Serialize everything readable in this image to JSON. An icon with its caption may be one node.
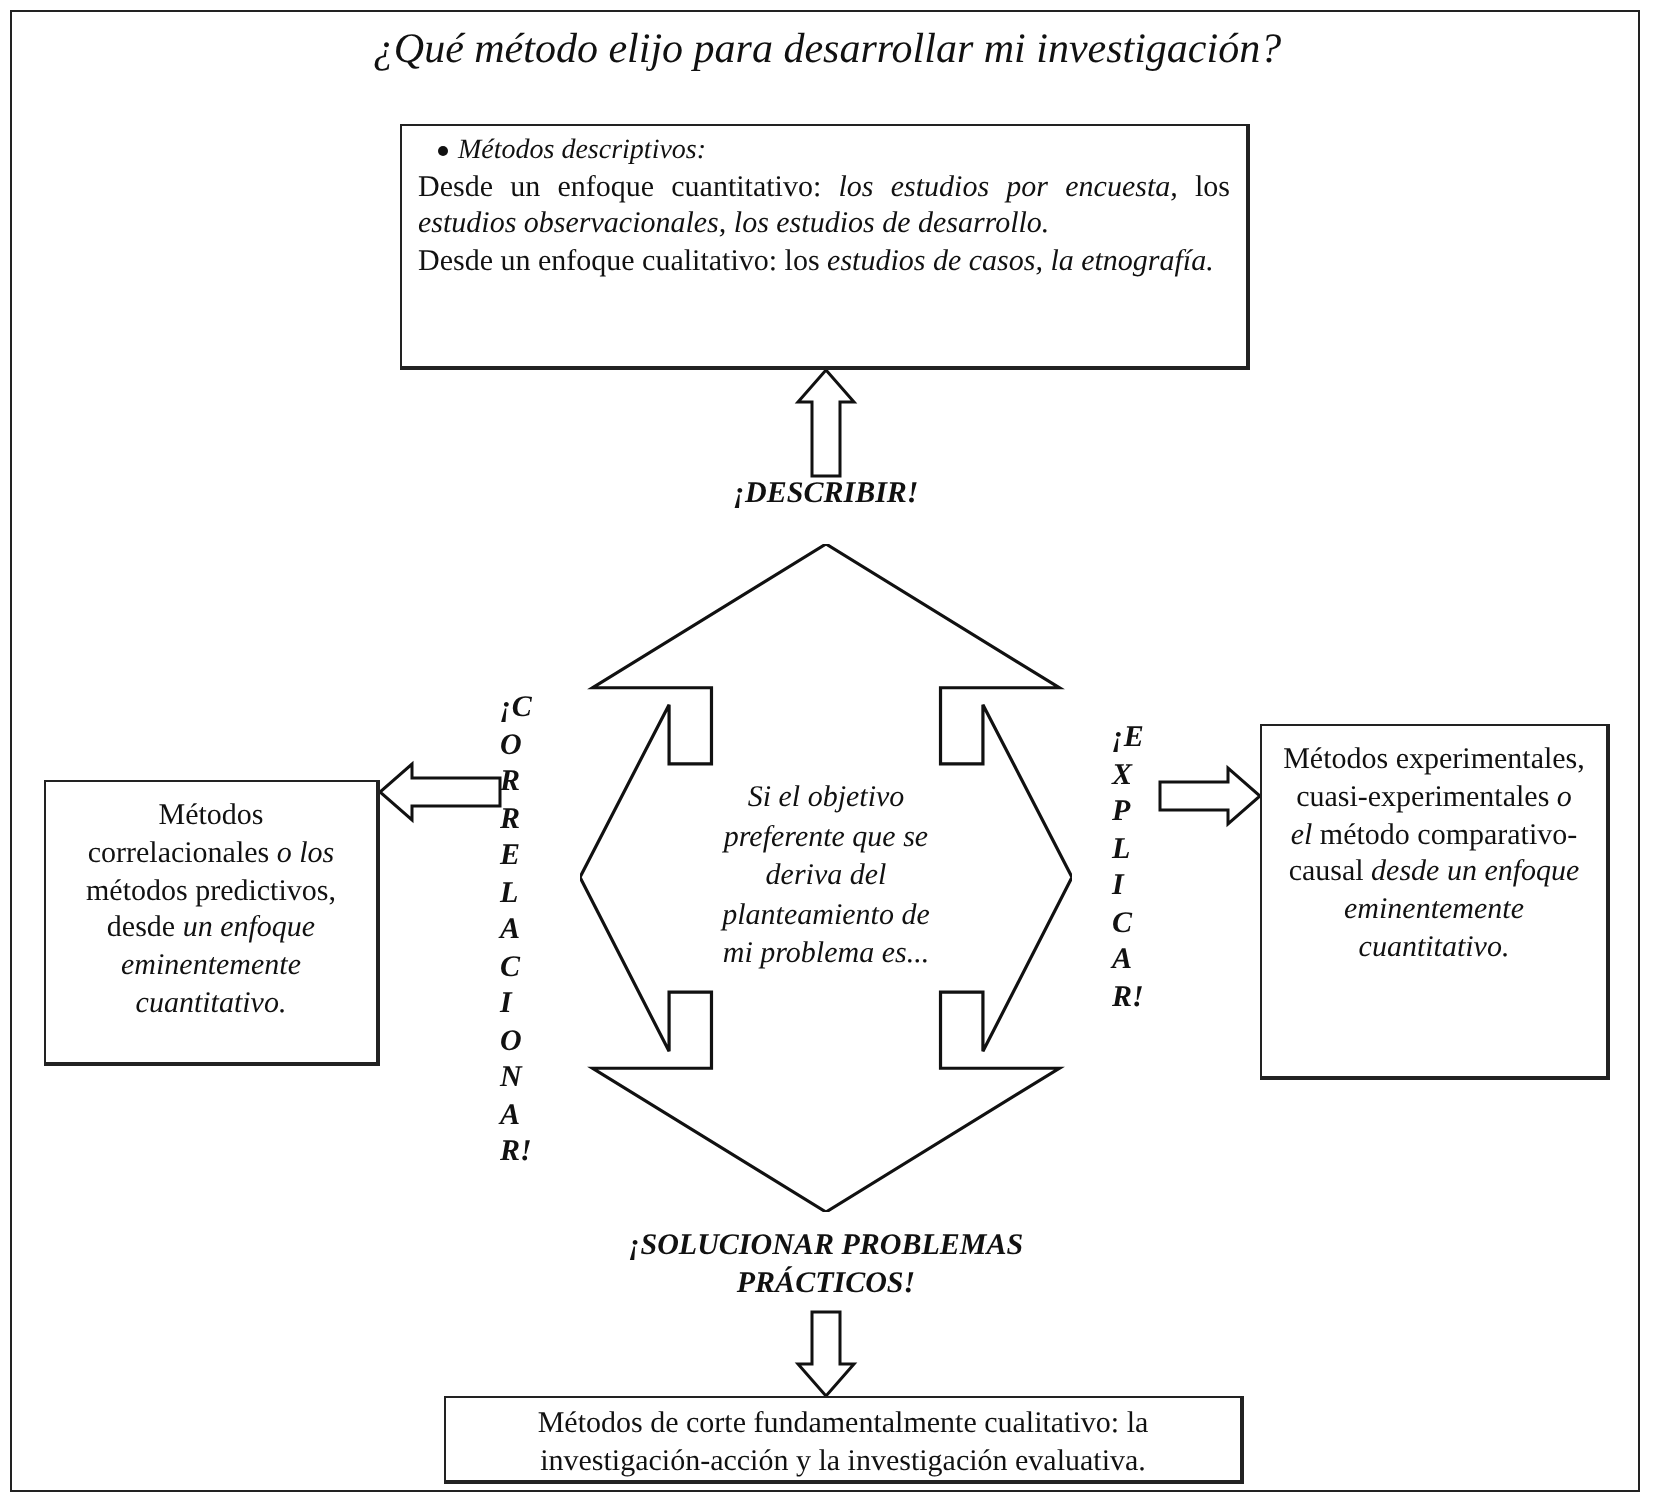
{
  "diagram": {
    "title": "¿Qué método elijo para desarrollar mi investigación?",
    "nodes": [
      {
        "text": [
          "Métodos descriptivos:",
          "Desde un enfoque cuantitativo: *los estudios por encuesta,* los *estudios observacionales, los estudios de desarrollo.*",
          "Desde un enfoque cualitativo: los *estudios de casos, la etnografía.*"
        ]
      },
      {
        "text": [
          "¡DESCRIBIR!"
        ]
      },
      {
        "text": [
          "Métodos correlacionales *o los* métodos predictivos, desde *un enfoque eminentemente cuantitativo.*"
        ]
      },
      {
        "text": [
          "¡CORRELACIONAR!"
        ]
      },
      {
        "text": [
          "Si el objetivo preferente que se deriva del planteamiento de mi problema es..."
        ]
      },
      {
        "text": [
          "¡EXPLICAR!"
        ]
      },
      {
        "text": [
          "Métodos experimentales, cuasi-experimentales *o el* método comparativo-causal *desde un enfoque eminentemente cuantitativo.*"
        ]
      },
      {
        "text": [
          "¡SOLUCIONAR PROBLEMAS PRÁCTICOS!"
        ]
      },
      {
        "text": [
          "Métodos de corte fundamentalmente cualitativo: la investigación-acción y la investigación evaluativa."
        ]
      }
    ],
    "edges": [
      {
        "from": 1,
        "to": 0,
        "arrow": "to"
      },
      {
        "from": 3,
        "to": 2,
        "arrow": "to"
      },
      {
        "from": 5,
        "to": 6,
        "arrow": "to"
      },
      {
        "from": 7,
        "to": 8,
        "arrow": "to"
      }
    ]
  }
}
